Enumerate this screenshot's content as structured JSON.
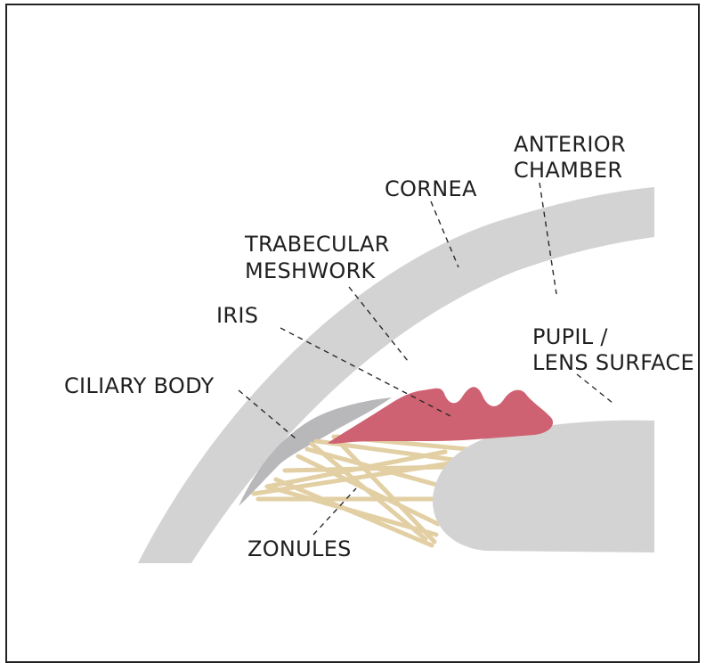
{
  "labels": {
    "anterior_chamber": [
      "ANTERIOR",
      "CHAMBER"
    ],
    "cornea": "CORNEA",
    "trabecular_meshwork": [
      "TRABECULAR",
      "MESHWORK"
    ],
    "iris": "IRIS",
    "pupil_lens": [
      "PUPIL /",
      "LENS SURFACE"
    ],
    "ciliary_body": "CILIARY BODY",
    "zonules": "ZONULES"
  },
  "colors": {
    "cornea": "#d3d3d3",
    "ciliary_body": "#b8b8bb",
    "iris": "#cf6272",
    "lens": "#d3d3d3",
    "zonules": "#e2cfa3",
    "text": "#1f1f1f"
  }
}
